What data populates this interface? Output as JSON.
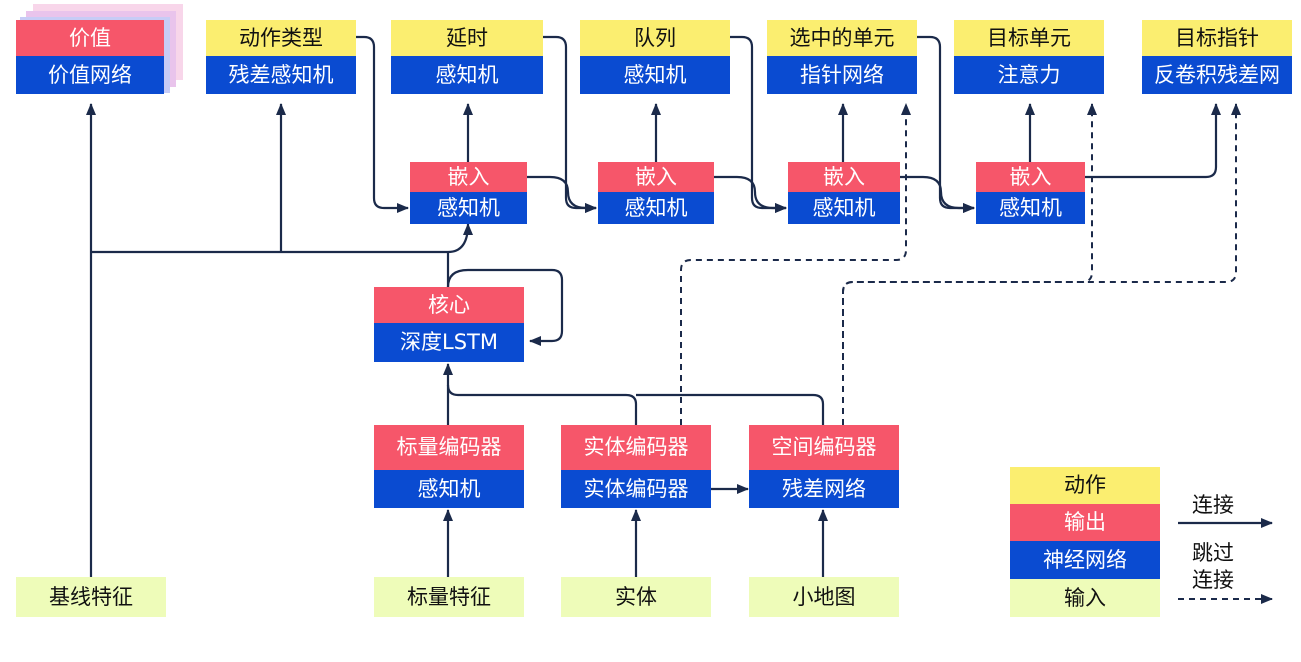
{
  "colors": {
    "action": "#fbee70",
    "output": "#f6566a",
    "network": "#0a4bd1",
    "input": "#eefcb9",
    "wire": "#1b2a4a"
  },
  "heads": {
    "value": {
      "output": "价值",
      "network": "价值网络"
    },
    "action_type": {
      "action": "动作类型",
      "network": "残差感知机"
    },
    "delay": {
      "action": "延时",
      "network": "感知机"
    },
    "queue": {
      "action": "队列",
      "network": "感知机"
    },
    "selected_units": {
      "action": "选中的单元",
      "network": "指针网络"
    },
    "target_unit": {
      "action": "目标单元",
      "network": "注意力"
    },
    "target_pointer": {
      "action": "目标指针",
      "network": "反卷积残差网"
    }
  },
  "embeds": [
    {
      "output": "嵌入",
      "network": "感知机"
    },
    {
      "output": "嵌入",
      "network": "感知机"
    },
    {
      "output": "嵌入",
      "network": "感知机"
    },
    {
      "output": "嵌入",
      "network": "感知机"
    }
  ],
  "core": {
    "output": "核心",
    "network": "深度LSTM"
  },
  "encoders": {
    "scalar": {
      "output": "标量编码器",
      "network": "感知机"
    },
    "entity": {
      "output": "实体编码器",
      "network": "实体编码器"
    },
    "spatial": {
      "output": "空间编码器",
      "network": "残差网络"
    }
  },
  "inputs": {
    "baseline": "基线特征",
    "scalar": "标量特征",
    "entity": "实体",
    "minimap": "小地图"
  },
  "legend": {
    "action": "动作",
    "output": "输出",
    "network": "神经网络",
    "input": "输入",
    "connection": "连接",
    "skip_line1": "跳过",
    "skip_line2": "连接"
  }
}
